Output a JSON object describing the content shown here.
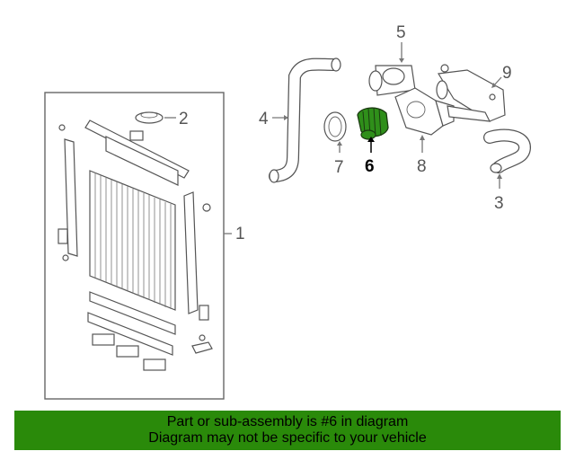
{
  "callouts": [
    {
      "id": "1",
      "label": "1"
    },
    {
      "id": "2",
      "label": "2"
    },
    {
      "id": "3",
      "label": "3"
    },
    {
      "id": "4",
      "label": "4"
    },
    {
      "id": "5",
      "label": "5"
    },
    {
      "id": "6",
      "label": "6"
    },
    {
      "id": "7",
      "label": "7"
    },
    {
      "id": "8",
      "label": "8"
    },
    {
      "id": "9",
      "label": "9"
    }
  ],
  "highlighted_part": "6",
  "colors": {
    "banner": "#2a8a0a",
    "highlight_part": "#2f8f1a",
    "line_art": "#555555"
  },
  "banner": {
    "line1": "Part or sub-assembly is #6 in diagram",
    "line2": "Diagram may not be specific to your vehicle"
  }
}
